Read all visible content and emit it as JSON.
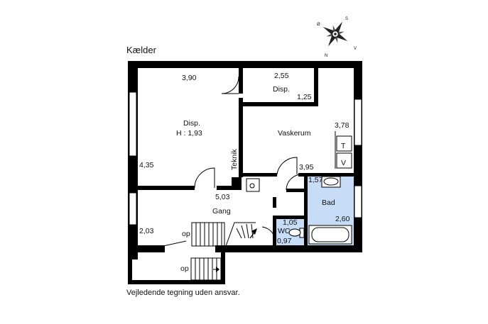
{
  "floor": {
    "title": "Kælder",
    "disclaimer": "Vejledende tegning uden ansvar.",
    "colors": {
      "wall": "#000000",
      "wet_room": "#c6dcf7",
      "window": "#ffffff"
    },
    "compass": {
      "north": "N",
      "south": "S",
      "east": "Ø",
      "west": "V"
    },
    "rooms": {
      "disp_main": {
        "name": "Disp.",
        "height": "H : 1,93",
        "width": "3,90",
        "depth": "4,35"
      },
      "disp_small": {
        "name": "Disp.",
        "width": "2,55",
        "depth": "1,25"
      },
      "teknik": {
        "name": "Teknik"
      },
      "vaskerum": {
        "name": "Vaskerum",
        "depth": "3,78",
        "width": "3,95"
      },
      "gang": {
        "name": "Gang",
        "width": "5,03",
        "depth": "2,03"
      },
      "bad": {
        "name": "Bad",
        "width": "1,57",
        "depth": "2,60"
      },
      "wc": {
        "name": "WC",
        "width": "1,05",
        "depth": "0,97"
      }
    },
    "appliances": {
      "dryer": "T",
      "washer": "V"
    },
    "stairs": {
      "upper": "op",
      "lower": "op"
    }
  }
}
